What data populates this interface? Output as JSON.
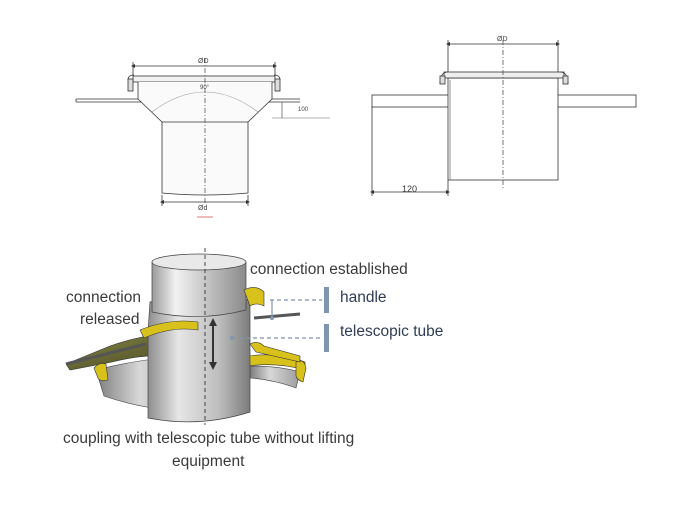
{
  "technical_drawings": {
    "left": {
      "top_diameter": "ØD",
      "angle": "90°",
      "offset": "100",
      "bottom_diameter": "Ød"
    },
    "right": {
      "top_diameter": "ØD",
      "length": "120"
    }
  },
  "illustration": {
    "connection_established": "connection established",
    "connection_released_line1": "connection",
    "connection_released_line2": "released",
    "handle": "handle",
    "telescopic_tube": "telescopic tube",
    "caption_line1": "coupling with telescopic tube without lifting",
    "caption_line2": "equipment"
  },
  "colors": {
    "seal_yellow": "#d8c11a",
    "flange_dark": "#5a5a28",
    "callout_blue": "#7f95b0",
    "line": "#333333"
  }
}
